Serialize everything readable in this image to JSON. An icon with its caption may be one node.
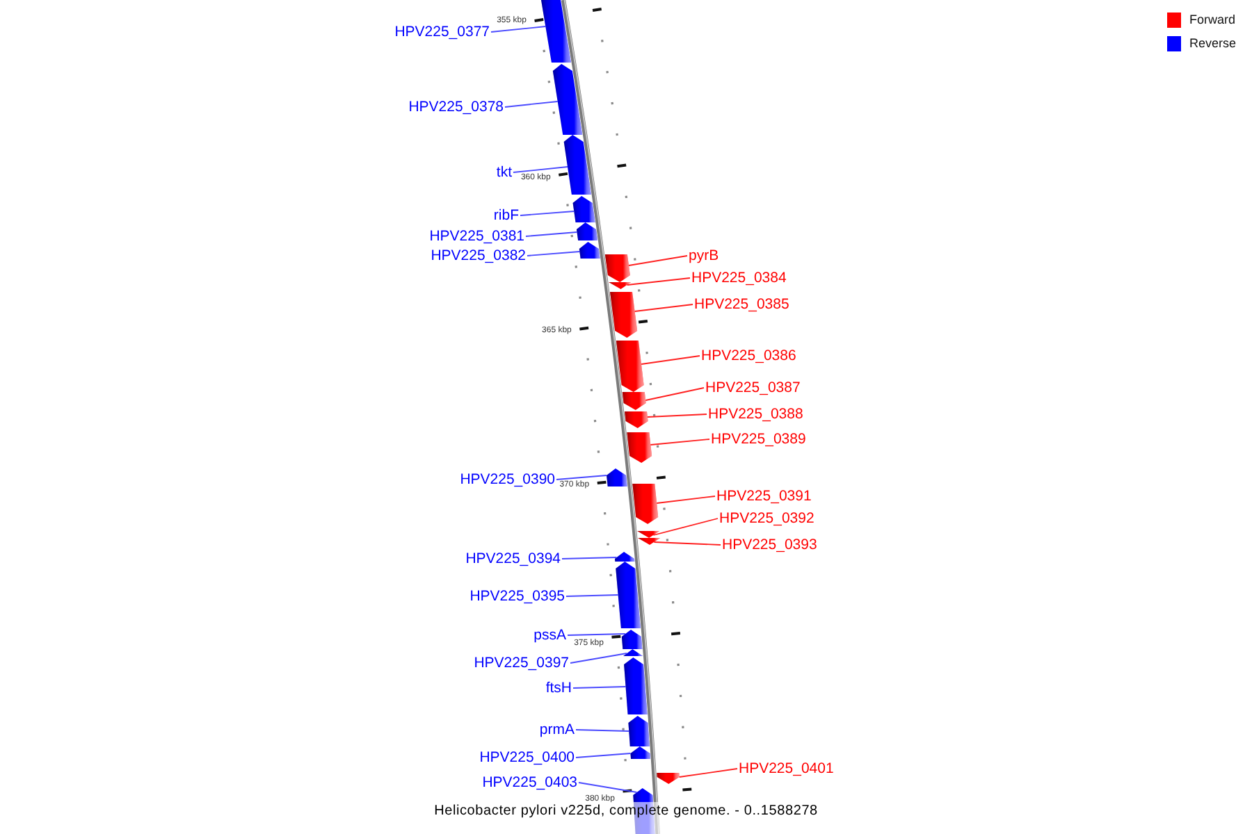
{
  "diagram": {
    "caption": "Helicobacter pylori v225d, complete genome. - 0..1588278",
    "nodes": [
      {
        "text": [
          "HPV225_0377"
        ]
      },
      {
        "text": [],
        "shape": "bar"
      },
      {
        "text": [
          "HPV225_0378"
        ]
      },
      {
        "text": [],
        "shape": "bar"
      },
      {
        "text": [
          "tkt"
        ]
      },
      {
        "text": [],
        "shape": "bar"
      },
      {
        "text": [
          "ribF"
        ]
      },
      {
        "text": [],
        "shape": "bar"
      },
      {
        "text": [
          "HPV225_0381"
        ]
      },
      {
        "text": [],
        "shape": "bar"
      },
      {
        "text": [
          "HPV225_0382"
        ]
      },
      {
        "text": [],
        "shape": "bar"
      },
      {
        "text": [
          "pyrB"
        ]
      },
      {
        "text": [],
        "shape": "bar"
      },
      {
        "text": [
          "HPV225_0384"
        ]
      },
      {
        "text": [],
        "shape": "bar"
      },
      {
        "text": [
          "HPV225_0385"
        ]
      },
      {
        "text": [],
        "shape": "bar"
      },
      {
        "text": [
          "HPV225_0386"
        ]
      },
      {
        "text": [],
        "shape": "bar"
      },
      {
        "text": [
          "HPV225_0387"
        ]
      },
      {
        "text": [],
        "shape": "bar"
      },
      {
        "text": [
          "HPV225_0388"
        ]
      },
      {
        "text": [],
        "shape": "bar"
      },
      {
        "text": [
          "HPV225_0389"
        ]
      },
      {
        "text": [],
        "shape": "bar"
      },
      {
        "text": [
          "HPV225_0390"
        ]
      },
      {
        "text": [],
        "shape": "bar"
      },
      {
        "text": [
          "HPV225_0391"
        ]
      },
      {
        "text": [],
        "shape": "bar"
      },
      {
        "text": [
          "HPV225_0392"
        ]
      },
      {
        "text": [],
        "shape": "bar"
      },
      {
        "text": [
          "HPV225_0393"
        ]
      },
      {
        "text": [],
        "shape": "bar"
      },
      {
        "text": [
          "HPV225_0394"
        ]
      },
      {
        "text": [],
        "shape": "bar"
      },
      {
        "text": [
          "HPV225_0395"
        ]
      },
      {
        "text": [],
        "shape": "bar"
      },
      {
        "text": [
          "pssA"
        ]
      },
      {
        "text": [],
        "shape": "bar"
      },
      {
        "text": [
          "HPV225_0397"
        ]
      },
      {
        "text": [],
        "shape": "bar"
      },
      {
        "text": [
          "ftsH"
        ]
      },
      {
        "text": [],
        "shape": "bar"
      },
      {
        "text": [
          "prmA"
        ]
      },
      {
        "text": [],
        "shape": "bar"
      },
      {
        "text": [
          "HPV225_0400"
        ]
      },
      {
        "text": [],
        "shape": "bar"
      },
      {
        "text": [
          "HPV225_0401"
        ]
      },
      {
        "text": [],
        "shape": "bar"
      },
      {
        "text": [
          "HPV225_0403"
        ]
      },
      {
        "text": [],
        "shape": "bar"
      }
    ],
    "edges": [
      {
        "from": 0,
        "to": 1,
        "arrow": "none"
      },
      {
        "from": 2,
        "to": 3,
        "arrow": "none"
      },
      {
        "from": 4,
        "to": 5,
        "arrow": "none"
      },
      {
        "from": 6,
        "to": 7,
        "arrow": "none"
      },
      {
        "from": 8,
        "to": 9,
        "arrow": "none"
      },
      {
        "from": 10,
        "to": 11,
        "arrow": "none"
      },
      {
        "from": 12,
        "to": 13,
        "arrow": "none",
        "color": "#ff2020"
      },
      {
        "from": 14,
        "to": 15,
        "arrow": "none",
        "color": "#ff2020"
      },
      {
        "from": 16,
        "to": 17,
        "arrow": "none",
        "color": "#ff2020"
      },
      {
        "from": 18,
        "to": 19,
        "arrow": "none",
        "color": "#ff2020"
      },
      {
        "from": 20,
        "to": 21,
        "arrow": "none",
        "color": "#ff2020"
      },
      {
        "from": 22,
        "to": 23,
        "arrow": "none",
        "color": "#ff2020"
      },
      {
        "from": 24,
        "to": 25,
        "arrow": "none",
        "color": "#ff2020"
      },
      {
        "from": 26,
        "to": 27,
        "arrow": "none"
      },
      {
        "from": 28,
        "to": 29,
        "arrow": "none",
        "color": "#ff2020"
      },
      {
        "from": 30,
        "to": 31,
        "arrow": "none",
        "color": "#ff2020"
      },
      {
        "from": 32,
        "to": 33,
        "arrow": "none",
        "color": "#ff2020"
      },
      {
        "from": 34,
        "to": 35,
        "arrow": "none"
      },
      {
        "from": 36,
        "to": 37,
        "arrow": "none"
      },
      {
        "from": 38,
        "to": 39,
        "arrow": "none"
      },
      {
        "from": 40,
        "to": 41,
        "arrow": "none"
      },
      {
        "from": 42,
        "to": 43,
        "arrow": "none"
      },
      {
        "from": 44,
        "to": 45,
        "arrow": "none"
      },
      {
        "from": 46,
        "to": 47,
        "arrow": "none"
      },
      {
        "from": 48,
        "to": 49,
        "arrow": "none",
        "color": "#ff2020"
      },
      {
        "from": 50,
        "to": 51,
        "arrow": "none"
      }
    ],
    "labels": [
      "355 kbp",
      "360 kbp",
      "365 kbp",
      "370 kbp",
      "375 kbp",
      "380 kbp"
    ],
    "legend": [
      {
        "text": "Forward",
        "color": "#ff0000"
      },
      {
        "text": "Reverse",
        "color": "#0000ff"
      }
    ]
  }
}
